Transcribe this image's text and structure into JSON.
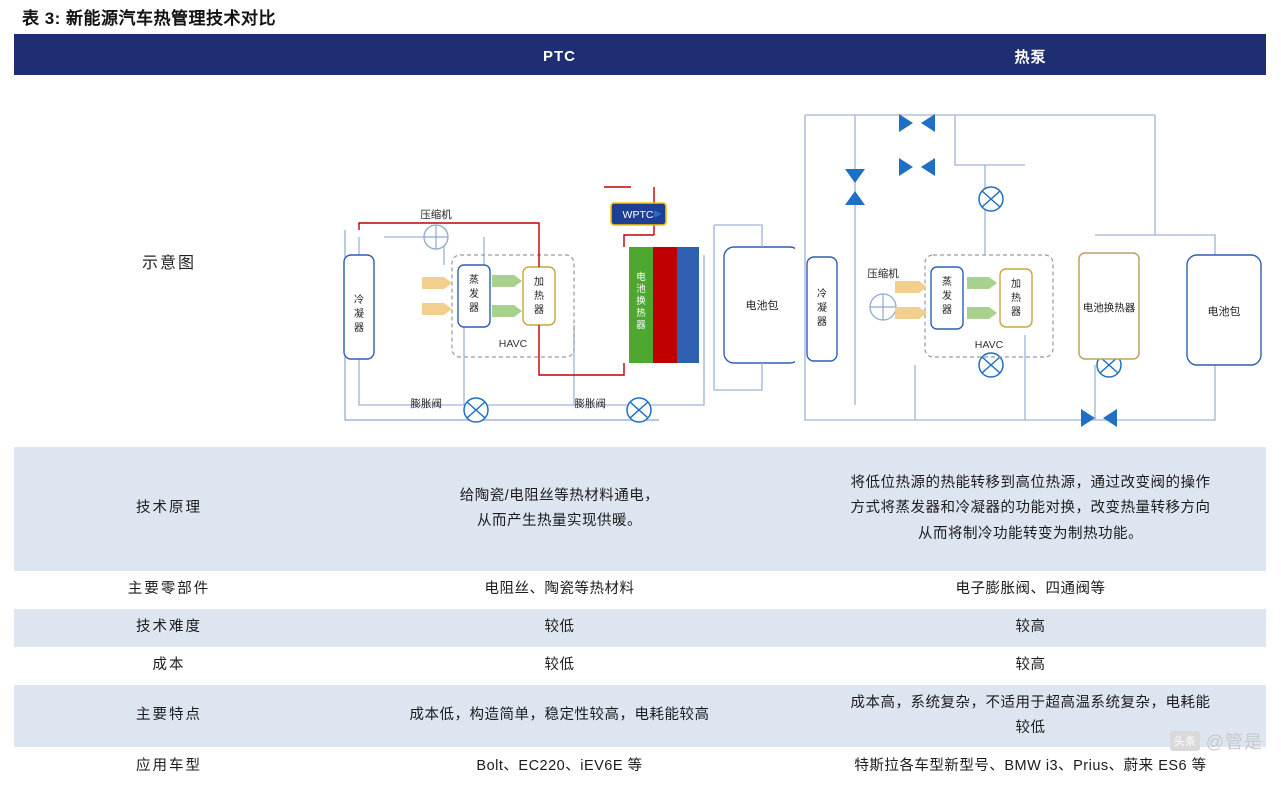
{
  "title": "表 3: 新能源汽车热管理技术对比",
  "header": {
    "label_col": "",
    "col_a": "PTC",
    "col_b": "热泵"
  },
  "rows": {
    "diagram": {
      "label": "示意图"
    },
    "principle": {
      "label": "技术原理",
      "a_lines": [
        "给陶瓷/电阻丝等热材料通电，",
        "从而产生热量实现供暖。"
      ],
      "b_lines": [
        "将低位热源的热能转移到高位热源，通过改变阀的操作",
        "方式将蒸发器和冷凝器的功能对换，改变热量转移方向",
        "从而将制冷功能转变为制热功能。"
      ]
    },
    "parts": {
      "label": "主要零部件",
      "a": "电阻丝、陶瓷等热材料",
      "b": "电子膨胀阀、四通阀等"
    },
    "difficulty": {
      "label": "技术难度",
      "a": "较低",
      "b": "较高"
    },
    "cost": {
      "label": "成本",
      "a": "较低",
      "b": "较高"
    },
    "features": {
      "label": "主要特点",
      "a": "成本低，构造简单，稳定性较高，电耗能较高",
      "b_lines": [
        "成本高，系统复杂，不适用于超高温系统复杂，电耗能",
        "较低"
      ]
    },
    "models": {
      "label": "应用车型",
      "a": "Bolt、EC220、iEV6E 等",
      "b": "特斯拉各车型新型号、BMW i3、Prius、蔚来 ES6 等"
    }
  },
  "diagram_ptc": {
    "labels": {
      "compressor": "压缩机",
      "condenser": "冷凝器",
      "evaporator": "蒸发器",
      "heater": "加热器",
      "havc": "HAVC",
      "wptc": "WPTC",
      "battery_hx": "电池换热器",
      "battery_pack": "电池包",
      "expansion_valve_1": "膨胀阀",
      "expansion_valve_2": "膨胀阀"
    },
    "colors": {
      "blue_line": "#2f5fb0",
      "red_line": "#c00000",
      "green_block": "#4ea72e",
      "red_block": "#c00000",
      "blue_block": "#2f5fb0",
      "wptc_fill": "#1f3f94",
      "wptc_border": "#ffc000",
      "arrow_yellow": "#f2cf8d",
      "arrow_green": "#a9d18e"
    }
  },
  "diagram_hp": {
    "labels": {
      "compressor": "压缩机",
      "condenser": "冷凝器",
      "evaporator": "蒸发器",
      "heater": "加热器",
      "havc": "HAVC",
      "battery_hx": "电池换热器",
      "battery_pack": "电池包"
    },
    "colors": {
      "blue_line": "#2f5fb0",
      "valve": "#1f6fc4",
      "arrow_yellow": "#f2cf8d",
      "arrow_green": "#a9d18e",
      "hx_border": "#bfa063"
    }
  },
  "watermark": {
    "text": "@管是",
    "badge": "头条"
  }
}
